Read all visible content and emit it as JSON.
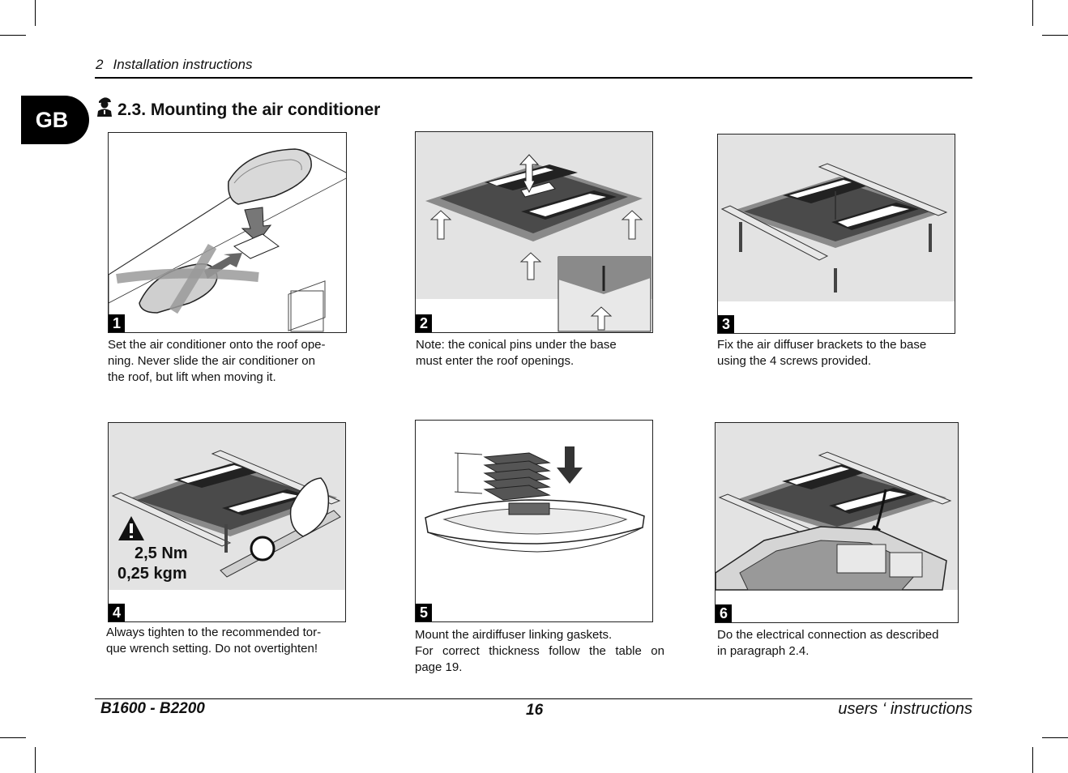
{
  "header": {
    "section_number": "2",
    "section_title": "Installation instructions"
  },
  "language_tab": "GB",
  "section": {
    "title": "2.3. Mounting the air conditioner"
  },
  "steps": [
    {
      "number": "1",
      "caption_lines": [
        "Set the air conditioner onto the roof ope-",
        "ning. Never slide the air conditioner on",
        "the roof, but lift when moving it."
      ]
    },
    {
      "number": "2",
      "caption_lines": [
        "Note: the conical pins under the base",
        "must enter the roof openings."
      ]
    },
    {
      "number": "3",
      "caption_lines": [
        "Fix the air diffuser brackets to the base",
        "using the 4 screws provided."
      ]
    },
    {
      "number": "4",
      "caption_lines": [
        "Always tighten to the recommended tor-",
        "que wrench setting. Do not overtighten!"
      ],
      "torque_nm": "2,5 Nm",
      "torque_kgm": "0,25 kgm"
    },
    {
      "number": "5",
      "caption_lines": [
        "Mount the airdiffuser linking gaskets.",
        "For correct thickness follow the table on",
        "page 19."
      ]
    },
    {
      "number": "6",
      "caption_lines": [
        "Do the electrical connection as described",
        "in paragraph 2.4."
      ]
    }
  ],
  "footer": {
    "model": "B1600 - B2200",
    "page_number": "16",
    "doc_type": "users ‘ instructions"
  },
  "colors": {
    "panel_bg": "#e3e3e3",
    "dark_base": "#4a4a4a",
    "ink": "#111111"
  }
}
